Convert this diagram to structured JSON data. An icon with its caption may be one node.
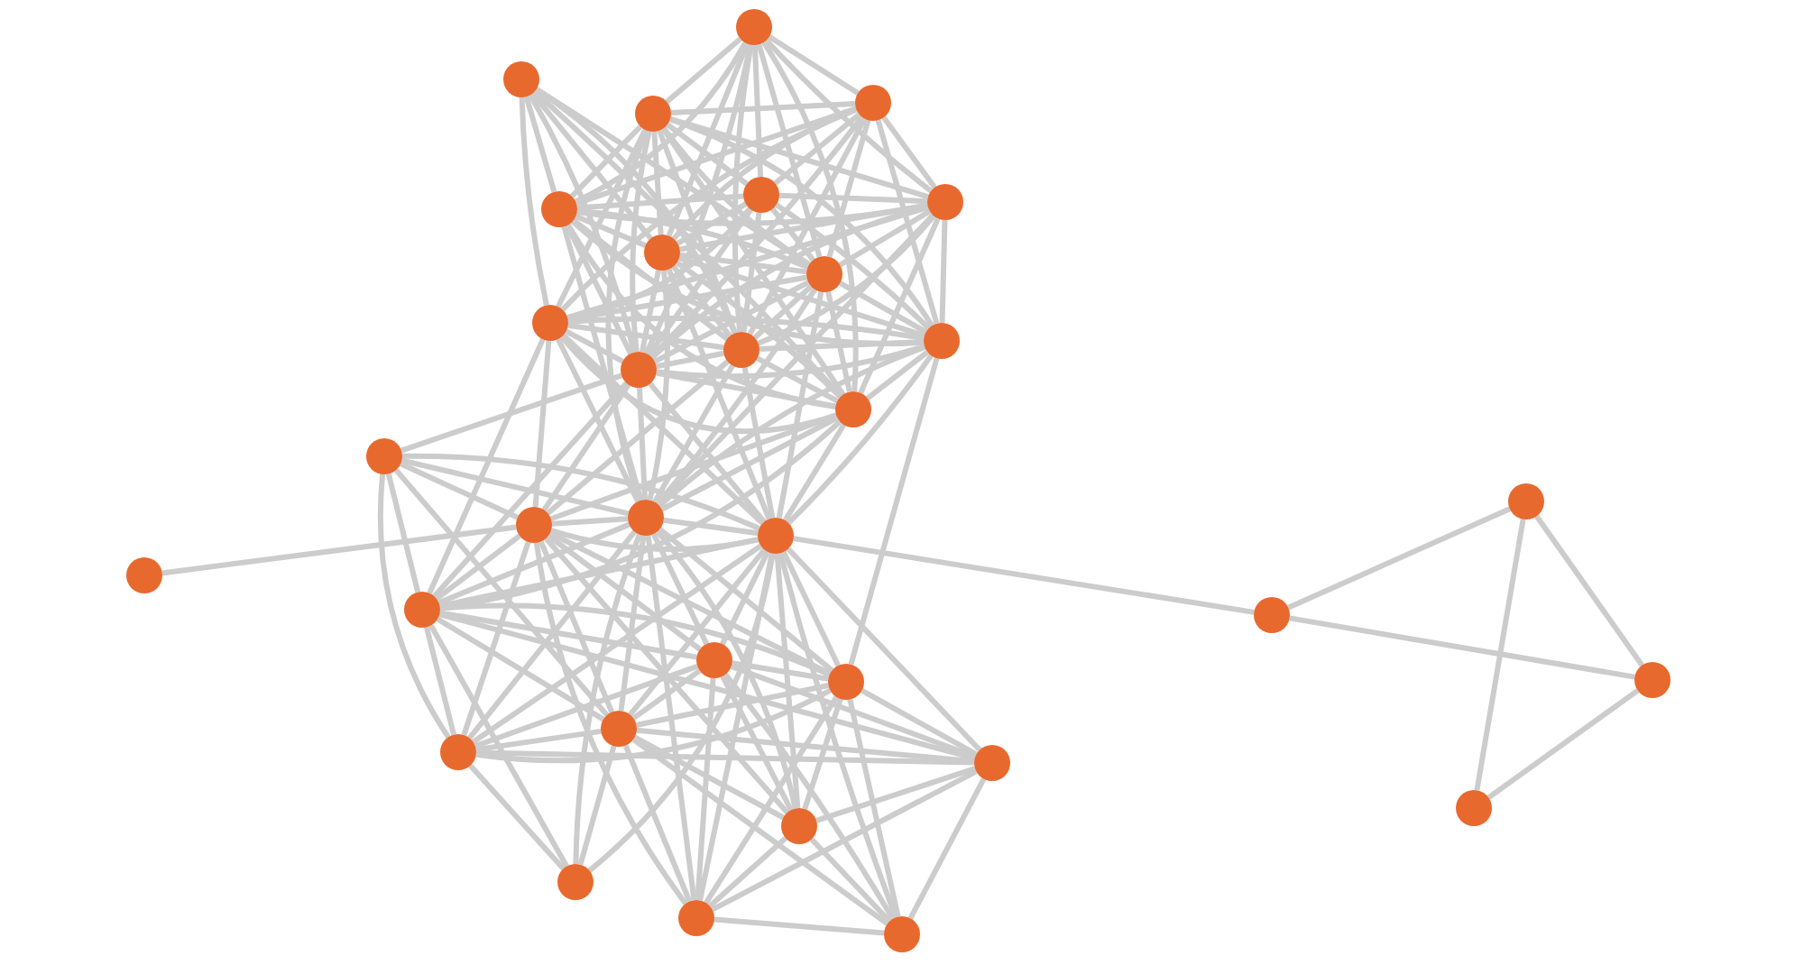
{
  "diagram": {
    "nodes": [
      {
        "text": [],
        "shape": "circle"
      },
      {
        "text": [],
        "shape": "circle"
      },
      {
        "text": [],
        "shape": "circle"
      },
      {
        "text": [],
        "shape": "circle"
      },
      {
        "text": [],
        "shape": "circle"
      },
      {
        "text": [],
        "shape": "circle"
      },
      {
        "text": [],
        "shape": "circle"
      },
      {
        "text": [],
        "shape": "circle"
      },
      {
        "text": [],
        "shape": "circle"
      },
      {
        "text": [],
        "shape": "circle"
      },
      {
        "text": [],
        "shape": "circle"
      },
      {
        "text": [],
        "shape": "circle"
      },
      {
        "text": [],
        "shape": "circle"
      },
      {
        "text": [],
        "shape": "circle"
      },
      {
        "text": [],
        "shape": "circle"
      },
      {
        "text": [],
        "shape": "circle"
      },
      {
        "text": [],
        "shape": "circle"
      },
      {
        "text": [],
        "shape": "circle"
      },
      {
        "text": [],
        "shape": "circle"
      },
      {
        "text": [],
        "shape": "circle"
      },
      {
        "text": [],
        "shape": "circle"
      },
      {
        "text": [],
        "shape": "circle"
      },
      {
        "text": [],
        "shape": "circle"
      },
      {
        "text": [],
        "shape": "circle"
      },
      {
        "text": [],
        "shape": "circle"
      },
      {
        "text": [],
        "shape": "circle"
      },
      {
        "text": [],
        "shape": "circle"
      },
      {
        "text": [],
        "shape": "circle"
      },
      {
        "text": [],
        "shape": "circle"
      },
      {
        "text": [],
        "shape": "circle"
      },
      {
        "text": [],
        "shape": "circle"
      },
      {
        "text": [],
        "shape": "circle"
      },
      {
        "text": [],
        "shape": "circle"
      }
    ],
    "edges": [
      {
        "from": 0,
        "to": 2,
        "arrow": "none"
      },
      {
        "from": 0,
        "to": 3,
        "arrow": "none"
      },
      {
        "from": 0,
        "to": 4,
        "arrow": "none"
      },
      {
        "from": 0,
        "to": 5,
        "arrow": "none"
      },
      {
        "from": 0,
        "to": 6,
        "arrow": "none"
      },
      {
        "from": 0,
        "to": 7,
        "arrow": "none"
      },
      {
        "from": 0,
        "to": 8,
        "arrow": "none"
      },
      {
        "from": 0,
        "to": 10,
        "arrow": "none"
      },
      {
        "from": 0,
        "to": 12,
        "arrow": "none"
      },
      {
        "from": 0,
        "to": 13,
        "arrow": "none"
      },
      {
        "from": 1,
        "to": 4,
        "arrow": "none"
      },
      {
        "from": 1,
        "to": 7,
        "arrow": "none"
      },
      {
        "from": 1,
        "to": 8,
        "arrow": "none"
      },
      {
        "from": 1,
        "to": 9,
        "arrow": "none"
      },
      {
        "from": 1,
        "to": 10,
        "arrow": "none"
      },
      {
        "from": 1,
        "to": 12,
        "arrow": "none"
      },
      {
        "from": 1,
        "to": 13,
        "arrow": "none"
      },
      {
        "from": 2,
        "to": 3,
        "arrow": "none"
      },
      {
        "from": 2,
        "to": 4,
        "arrow": "none"
      },
      {
        "from": 2,
        "to": 5,
        "arrow": "none"
      },
      {
        "from": 2,
        "to": 6,
        "arrow": "none"
      },
      {
        "from": 2,
        "to": 7,
        "arrow": "none"
      },
      {
        "from": 2,
        "to": 8,
        "arrow": "none"
      },
      {
        "from": 2,
        "to": 9,
        "arrow": "none"
      },
      {
        "from": 2,
        "to": 10,
        "arrow": "none"
      },
      {
        "from": 2,
        "to": 11,
        "arrow": "none"
      },
      {
        "from": 2,
        "to": 12,
        "arrow": "none"
      },
      {
        "from": 2,
        "to": 13,
        "arrow": "none"
      },
      {
        "from": 2,
        "to": 16,
        "arrow": "none"
      },
      {
        "from": 3,
        "to": 4,
        "arrow": "none"
      },
      {
        "from": 3,
        "to": 5,
        "arrow": "none"
      },
      {
        "from": 3,
        "to": 6,
        "arrow": "none"
      },
      {
        "from": 3,
        "to": 7,
        "arrow": "none"
      },
      {
        "from": 3,
        "to": 8,
        "arrow": "none"
      },
      {
        "from": 3,
        "to": 9,
        "arrow": "none"
      },
      {
        "from": 3,
        "to": 10,
        "arrow": "none"
      },
      {
        "from": 3,
        "to": 11,
        "arrow": "none"
      },
      {
        "from": 3,
        "to": 12,
        "arrow": "none"
      },
      {
        "from": 4,
        "to": 5,
        "arrow": "none"
      },
      {
        "from": 4,
        "to": 6,
        "arrow": "none"
      },
      {
        "from": 4,
        "to": 7,
        "arrow": "none"
      },
      {
        "from": 4,
        "to": 8,
        "arrow": "none"
      },
      {
        "from": 4,
        "to": 10,
        "arrow": "none"
      },
      {
        "from": 4,
        "to": 11,
        "arrow": "none"
      },
      {
        "from": 4,
        "to": 12,
        "arrow": "none"
      },
      {
        "from": 4,
        "to": 13,
        "arrow": "none"
      },
      {
        "from": 4,
        "to": 16,
        "arrow": "none"
      },
      {
        "from": 5,
        "to": 6,
        "arrow": "none"
      },
      {
        "from": 5,
        "to": 7,
        "arrow": "none"
      },
      {
        "from": 5,
        "to": 8,
        "arrow": "none"
      },
      {
        "from": 5,
        "to": 9,
        "arrow": "none"
      },
      {
        "from": 5,
        "to": 10,
        "arrow": "none"
      },
      {
        "from": 5,
        "to": 11,
        "arrow": "none"
      },
      {
        "from": 5,
        "to": 12,
        "arrow": "none"
      },
      {
        "from": 6,
        "to": 7,
        "arrow": "none"
      },
      {
        "from": 6,
        "to": 8,
        "arrow": "none"
      },
      {
        "from": 6,
        "to": 9,
        "arrow": "none"
      },
      {
        "from": 6,
        "to": 10,
        "arrow": "none"
      },
      {
        "from": 6,
        "to": 11,
        "arrow": "none"
      },
      {
        "from": 6,
        "to": 12,
        "arrow": "none"
      },
      {
        "from": 6,
        "to": 13,
        "arrow": "none"
      },
      {
        "from": 6,
        "to": 16,
        "arrow": "none"
      },
      {
        "from": 7,
        "to": 8,
        "arrow": "none"
      },
      {
        "from": 7,
        "to": 10,
        "arrow": "none"
      },
      {
        "from": 7,
        "to": 11,
        "arrow": "none"
      },
      {
        "from": 7,
        "to": 12,
        "arrow": "none"
      },
      {
        "from": 7,
        "to": 13,
        "arrow": "none"
      },
      {
        "from": 7,
        "to": 16,
        "arrow": "none"
      },
      {
        "from": 7,
        "to": 17,
        "arrow": "none"
      },
      {
        "from": 8,
        "to": 9,
        "arrow": "none"
      },
      {
        "from": 8,
        "to": 10,
        "arrow": "none"
      },
      {
        "from": 8,
        "to": 11,
        "arrow": "none"
      },
      {
        "from": 8,
        "to": 12,
        "arrow": "none"
      },
      {
        "from": 8,
        "to": 13,
        "arrow": "none"
      },
      {
        "from": 8,
        "to": 16,
        "arrow": "none"
      },
      {
        "from": 8,
        "to": 17,
        "arrow": "none"
      },
      {
        "from": 9,
        "to": 10,
        "arrow": "none"
      },
      {
        "from": 9,
        "to": 11,
        "arrow": "none"
      },
      {
        "from": 9,
        "to": 12,
        "arrow": "none"
      },
      {
        "from": 9,
        "to": 13,
        "arrow": "none"
      },
      {
        "from": 9,
        "to": 15,
        "arrow": "none"
      },
      {
        "from": 9,
        "to": 16,
        "arrow": "none"
      },
      {
        "from": 9,
        "to": 17,
        "arrow": "none"
      },
      {
        "from": 9,
        "to": 19,
        "arrow": "none"
      },
      {
        "from": 10,
        "to": 11,
        "arrow": "none"
      },
      {
        "from": 10,
        "to": 12,
        "arrow": "none"
      },
      {
        "from": 10,
        "to": 13,
        "arrow": "none"
      },
      {
        "from": 10,
        "to": 15,
        "arrow": "none"
      },
      {
        "from": 10,
        "to": 16,
        "arrow": "none"
      },
      {
        "from": 10,
        "to": 17,
        "arrow": "none"
      },
      {
        "from": 11,
        "to": 12,
        "arrow": "none"
      },
      {
        "from": 11,
        "to": 13,
        "arrow": "none"
      },
      {
        "from": 11,
        "to": 16,
        "arrow": "none"
      },
      {
        "from": 11,
        "to": 17,
        "arrow": "none"
      },
      {
        "from": 11,
        "to": 25,
        "arrow": "none"
      },
      {
        "from": 12,
        "to": 13,
        "arrow": "none"
      },
      {
        "from": 12,
        "to": 14,
        "arrow": "none"
      },
      {
        "from": 12,
        "to": 15,
        "arrow": "none"
      },
      {
        "from": 12,
        "to": 16,
        "arrow": "none"
      },
      {
        "from": 12,
        "to": 17,
        "arrow": "none"
      },
      {
        "from": 12,
        "to": 19,
        "arrow": "none"
      },
      {
        "from": 13,
        "to": 15,
        "arrow": "none"
      },
      {
        "from": 13,
        "to": 16,
        "arrow": "none"
      },
      {
        "from": 13,
        "to": 17,
        "arrow": "none"
      },
      {
        "from": 13,
        "to": 19,
        "arrow": "none"
      },
      {
        "from": 14,
        "to": 15,
        "arrow": "none"
      },
      {
        "from": 14,
        "to": 16,
        "arrow": "none"
      },
      {
        "from": 14,
        "to": 17,
        "arrow": "none"
      },
      {
        "from": 14,
        "to": 19,
        "arrow": "none"
      },
      {
        "from": 14,
        "to": 26,
        "arrow": "none"
      },
      {
        "from": 14,
        "to": 27,
        "arrow": "none"
      },
      {
        "from": 15,
        "to": 16,
        "arrow": "none"
      },
      {
        "from": 15,
        "to": 17,
        "arrow": "none"
      },
      {
        "from": 15,
        "to": 18,
        "arrow": "none"
      },
      {
        "from": 15,
        "to": 19,
        "arrow": "none"
      },
      {
        "from": 15,
        "to": 24,
        "arrow": "none"
      },
      {
        "from": 15,
        "to": 25,
        "arrow": "none"
      },
      {
        "from": 15,
        "to": 26,
        "arrow": "none"
      },
      {
        "from": 15,
        "to": 27,
        "arrow": "none"
      },
      {
        "from": 15,
        "to": 29,
        "arrow": "none"
      },
      {
        "from": 15,
        "to": 31,
        "arrow": "none"
      },
      {
        "from": 16,
        "to": 17,
        "arrow": "none"
      },
      {
        "from": 16,
        "to": 19,
        "arrow": "none"
      },
      {
        "from": 16,
        "to": 24,
        "arrow": "none"
      },
      {
        "from": 16,
        "to": 25,
        "arrow": "none"
      },
      {
        "from": 16,
        "to": 26,
        "arrow": "none"
      },
      {
        "from": 16,
        "to": 27,
        "arrow": "none"
      },
      {
        "from": 16,
        "to": 29,
        "arrow": "none"
      },
      {
        "from": 16,
        "to": 30,
        "arrow": "none"
      },
      {
        "from": 16,
        "to": 31,
        "arrow": "none"
      },
      {
        "from": 17,
        "to": 19,
        "arrow": "none"
      },
      {
        "from": 17,
        "to": 20,
        "arrow": "none"
      },
      {
        "from": 17,
        "to": 24,
        "arrow": "none"
      },
      {
        "from": 17,
        "to": 25,
        "arrow": "none"
      },
      {
        "from": 17,
        "to": 26,
        "arrow": "none"
      },
      {
        "from": 17,
        "to": 27,
        "arrow": "none"
      },
      {
        "from": 17,
        "to": 28,
        "arrow": "none"
      },
      {
        "from": 17,
        "to": 29,
        "arrow": "none"
      },
      {
        "from": 17,
        "to": 30,
        "arrow": "none"
      },
      {
        "from": 17,
        "to": 31,
        "arrow": "none"
      },
      {
        "from": 17,
        "to": 32,
        "arrow": "none"
      },
      {
        "from": 19,
        "to": 24,
        "arrow": "none"
      },
      {
        "from": 19,
        "to": 25,
        "arrow": "none"
      },
      {
        "from": 19,
        "to": 26,
        "arrow": "none"
      },
      {
        "from": 19,
        "to": 27,
        "arrow": "none"
      },
      {
        "from": 19,
        "to": 28,
        "arrow": "none"
      },
      {
        "from": 19,
        "to": 30,
        "arrow": "none"
      },
      {
        "from": 24,
        "to": 25,
        "arrow": "none"
      },
      {
        "from": 24,
        "to": 26,
        "arrow": "none"
      },
      {
        "from": 24,
        "to": 27,
        "arrow": "none"
      },
      {
        "from": 24,
        "to": 28,
        "arrow": "none"
      },
      {
        "from": 24,
        "to": 29,
        "arrow": "none"
      },
      {
        "from": 24,
        "to": 31,
        "arrow": "none"
      },
      {
        "from": 24,
        "to": 32,
        "arrow": "none"
      },
      {
        "from": 25,
        "to": 26,
        "arrow": "none"
      },
      {
        "from": 25,
        "to": 27,
        "arrow": "none"
      },
      {
        "from": 25,
        "to": 28,
        "arrow": "none"
      },
      {
        "from": 25,
        "to": 29,
        "arrow": "none"
      },
      {
        "from": 25,
        "to": 31,
        "arrow": "none"
      },
      {
        "from": 25,
        "to": 32,
        "arrow": "none"
      },
      {
        "from": 26,
        "to": 27,
        "arrow": "none"
      },
      {
        "from": 26,
        "to": 28,
        "arrow": "none"
      },
      {
        "from": 26,
        "to": 29,
        "arrow": "none"
      },
      {
        "from": 26,
        "to": 30,
        "arrow": "none"
      },
      {
        "from": 26,
        "to": 31,
        "arrow": "none"
      },
      {
        "from": 26,
        "to": 32,
        "arrow": "none"
      },
      {
        "from": 27,
        "to": 28,
        "arrow": "none"
      },
      {
        "from": 27,
        "to": 30,
        "arrow": "none"
      },
      {
        "from": 28,
        "to": 29,
        "arrow": "none"
      },
      {
        "from": 28,
        "to": 31,
        "arrow": "none"
      },
      {
        "from": 28,
        "to": 32,
        "arrow": "none"
      },
      {
        "from": 29,
        "to": 31,
        "arrow": "none"
      },
      {
        "from": 29,
        "to": 32,
        "arrow": "none"
      },
      {
        "from": 31,
        "to": 32,
        "arrow": "none"
      },
      {
        "from": 20,
        "to": 21,
        "arrow": "none"
      },
      {
        "from": 20,
        "to": 22,
        "arrow": "none"
      },
      {
        "from": 21,
        "to": 22,
        "arrow": "none"
      },
      {
        "from": 21,
        "to": 23,
        "arrow": "none"
      },
      {
        "from": 22,
        "to": 23,
        "arrow": "none"
      }
    ]
  }
}
